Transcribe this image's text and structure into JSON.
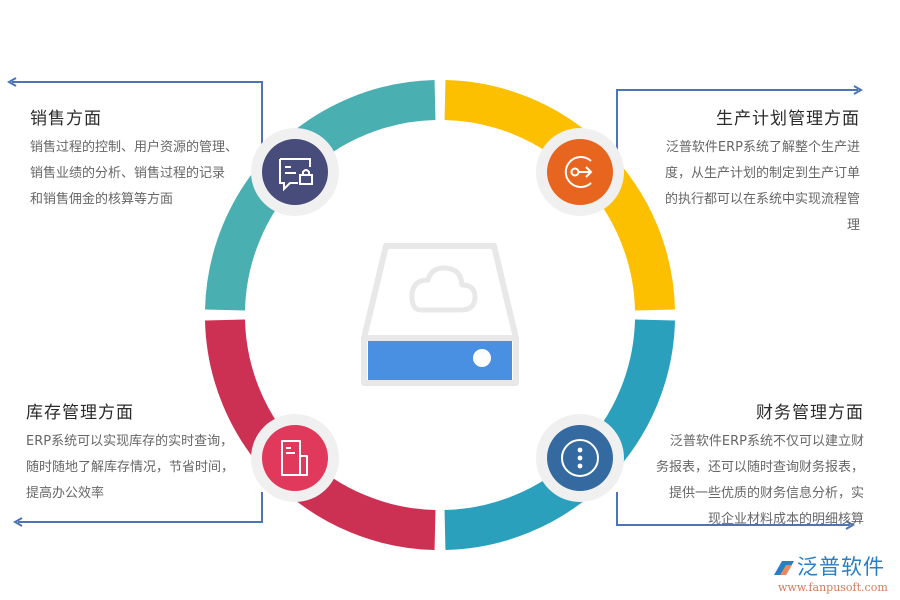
{
  "center": {
    "icon": "cloud-storage-drive-icon",
    "drive_color": "#4a90e2",
    "outline_color": "#e8e8e8"
  },
  "ring": {
    "segments": [
      {
        "name": "sales",
        "color": "#4aafb0"
      },
      {
        "name": "production",
        "color": "#fdc000"
      },
      {
        "name": "inventory",
        "color": "#cc3154"
      },
      {
        "name": "finance",
        "color": "#2ba0bd"
      }
    ]
  },
  "sections": {
    "sales": {
      "title": "销售方面",
      "lines": [
        "销售过程的控制、用户资源的管理、",
        "销售业绩的分析、销售过程的记录",
        "和销售佣金的核算等方面"
      ],
      "icon": "chat-lock-icon",
      "icon_color": "#474c7a"
    },
    "production": {
      "title": "生产计划管理方面",
      "lines": [
        "泛普软件ERP系统了解整个生产进",
        "度，从生产计划的制定到生产订单",
        "的执行都可以在系统中实现流程管",
        "理"
      ],
      "icon": "key-login-icon",
      "icon_color": "#e8651f"
    },
    "inventory": {
      "title": "库存管理方面",
      "lines": [
        "ERP系统可以实现库存的实时查询，",
        "随时随地了解库存情况，节省时间，",
        "提高办公效率"
      ],
      "icon": "document-icon",
      "icon_color": "#e0395b"
    },
    "finance": {
      "title": "财务管理方面",
      "lines": [
        "泛普软件ERP系统不仅可以建立财",
        "务报表，还可以随时查询财务报表，",
        "提供一些优质的财务信息分析，实",
        "现企业材料成本的明细核算"
      ],
      "icon": "more-vertical-icon",
      "icon_color": "#356aa0"
    }
  },
  "arrow_color": "#4d74b4",
  "logo": {
    "name": "泛普软件",
    "url": "www.fanpusoft.com"
  }
}
